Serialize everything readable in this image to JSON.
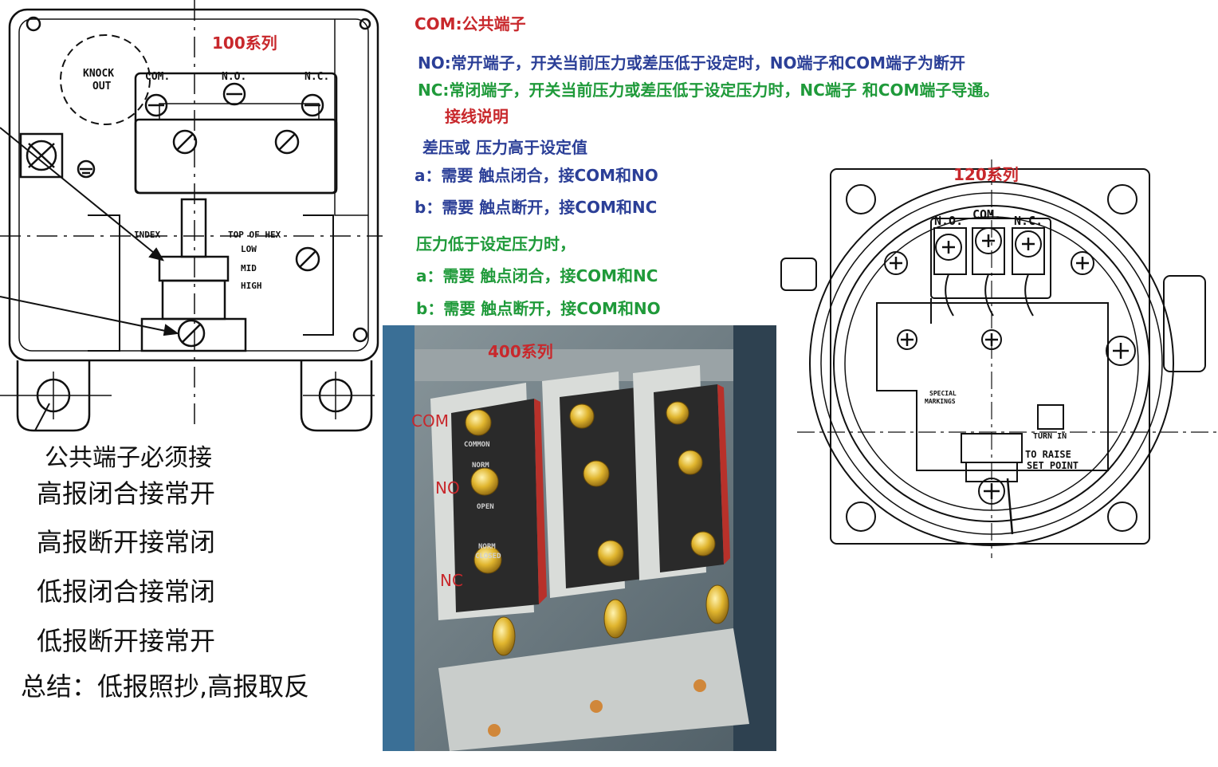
{
  "series_labels": {
    "s100": "100系列",
    "s120": "120系列",
    "s400": "400系列"
  },
  "legend": {
    "com": "COM:公共端子",
    "no": "NO:常开端子，开关当前压力或差压低于设定时，NO端子和COM端子为断开",
    "nc": "NC:常闭端子，开关当前压力或差压低于设定压力时，NC端子 和COM端子导通。"
  },
  "wiring": {
    "title": "接线说明",
    "high_heading": "差压或 压力高于设定值",
    "high_a": "a：需要 触点闭合，接COM和NO",
    "high_b": "b：需要 触点断开，接COM和NC",
    "low_heading": "压力低于设定压力时，",
    "low_a": "a：需要 触点闭合，接COM和NC",
    "low_b": "b：需要 触点断开，接COM和NO"
  },
  "summary": {
    "line1": "公共端子必须接",
    "line2": "高报闭合接常开",
    "line3": "高报断开接常闭",
    "line4": "低报闭合接常闭",
    "line5": "低报断开接常开",
    "line6": "总结：低报照抄,高报取反"
  },
  "diagram100": {
    "knock1": "KNOCK",
    "knock2": "OUT",
    "com": "COM.",
    "no": "N.O.",
    "nc": "N.C.",
    "index": "INDEX",
    "top_of_hex": "TOP OF HEX",
    "low": "LOW",
    "mid": "MID",
    "high": "HIGH"
  },
  "diagram120": {
    "no": "N.O.",
    "com": "COM.",
    "nc": "N.C.",
    "special": "SPECIAL",
    "markings": "MARKINGS",
    "turn_in": "TURN IN",
    "to_raise": "TO RAISE",
    "set_point": "SET POINT"
  },
  "photo400": {
    "com_tag": "COM",
    "no_tag": "NO",
    "nc_tag": "NC",
    "common": "COMMON",
    "norm_open1": "NORM",
    "norm_open2": "OPEN",
    "norm_closed1": "NORM",
    "norm_closed2": "CLOSED"
  },
  "colors": {
    "red": "#c8282c",
    "blue": "#2b3f97",
    "green": "#1f9a3a",
    "gold": "#d6a825",
    "switch_body": "#2b2b2b",
    "photo_bg": "#6f7f86"
  }
}
